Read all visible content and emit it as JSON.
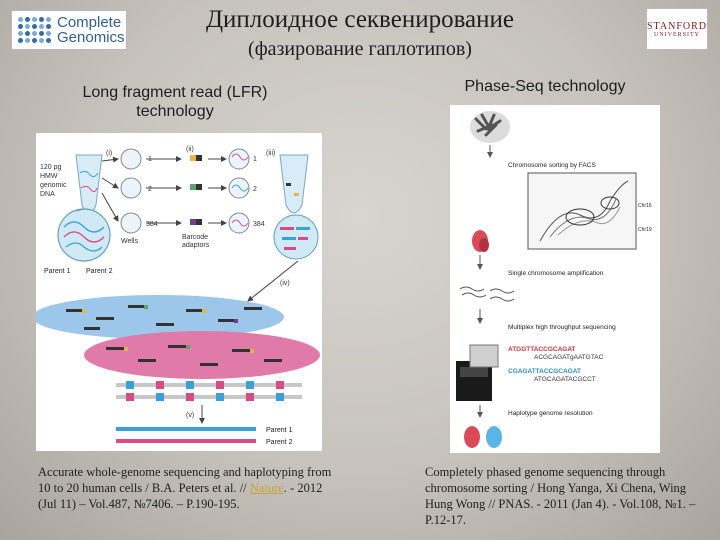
{
  "logos": {
    "complete_genomics": {
      "line1": "Complete",
      "line2": "Genomics"
    },
    "stanford": {
      "line1": "STANFORD",
      "line2": "UNIVERSITY"
    }
  },
  "title": "Диплоидное секвенирование",
  "subtitle": "(фазирование гаплотипов)",
  "left": {
    "heading_line1": "Long fragment read (LFR)",
    "heading_line2": "technology",
    "figure": {
      "label_input": [
        "120 pg",
        "HMW",
        "genomic",
        "DNA"
      ],
      "step_i": "(i)",
      "step_ii": "(ii)",
      "step_iii": "(iii)",
      "step_iv": "(iv)",
      "step_v": "(v)",
      "well_numbers": [
        "1",
        "2",
        "384"
      ],
      "well_numbers_right": [
        "1",
        "2",
        "384"
      ],
      "wells_label": "Wells",
      "barcode_label_1": "Barcode",
      "barcode_label_2": "adaptors",
      "parent1": "Parent 1",
      "parent2": "Parent 2",
      "legend_parent1": "Parent 1",
      "legend_parent2": "Parent 2"
    },
    "citation_pre": "Accurate whole-genome sequencing and haplotyping from 10 to 20 human cells / B.A. Peters et al. // ",
    "citation_link": "Nature",
    "citation_post": ". - 2012 (Jul 11) – Vol.487, №7406. – P.190-195."
  },
  "right": {
    "heading": "Phase-Seq technology",
    "figure": {
      "step1": "Chromosome sorting by FACS",
      "chr_labels": [
        "Chr16",
        "Chr19"
      ],
      "step2": "Single chromosome amplification",
      "step3": "Multiplex high throughput sequencing",
      "seq1": "ATGGTTACCGCAGAT",
      "seq1b": "ACGCAGATgAATGTAC",
      "seq2": "CGAGATTACCGCAGAT",
      "seq2b": "ATGCAGATACGCCT",
      "step4": "Haplotype genome resolution"
    },
    "citation": "Completely phased genome sequencing through chromosome sorting / Hong Yanga, Xi Chena, Wing Hung Wong // PNAS. - 2011 (Jan 4). - Vol.108, №1. – P.12-17."
  }
}
